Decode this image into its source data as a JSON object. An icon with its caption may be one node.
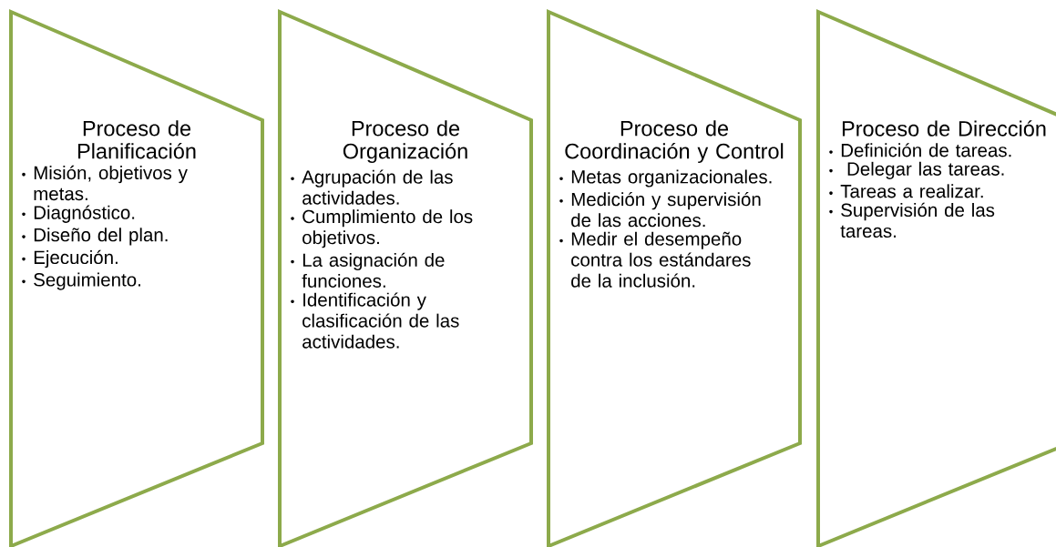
{
  "diagram": {
    "nodes": [
      {
        "text": [
          "Proceso de Planificación",
          "Misión, objetivos  y metas.",
          "Diagnóstico.",
          "Diseño del plan.",
          "Ejecución.",
          "Seguimiento."
        ]
      },
      {
        "text": [
          "Proceso de Organización",
          "Agrupación de las actividades.",
          "Cumplimiento  de los objetivos.",
          "La asignación de funciones.",
          "Identificación y clasificación de las actividades."
        ]
      },
      {
        "text": [
          "Proceso de Coordinación y Control",
          "Metas  organizacionales.",
          "Medición y supervisión de las acciones.",
          "Medir el desempeño contra los estándares de la inclusión."
        ]
      },
      {
        "text": [
          "Proceso de Dirección",
          "Definición de tareas.",
          " Delegar las tareas.",
          "Tareas  a realizar.",
          "Supervisión de las tareas."
        ]
      }
    ]
  }
}
